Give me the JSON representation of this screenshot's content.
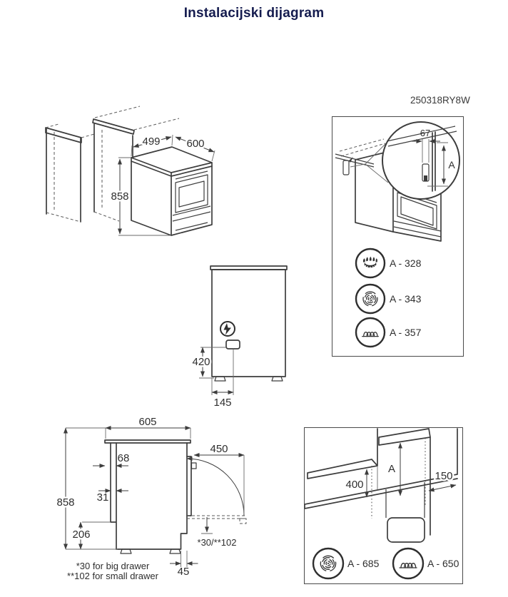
{
  "title": "Instalacijski dijagram",
  "product_code": "250318RY8W",
  "colors": {
    "title_navy": "#151c4f",
    "line_dark": "#3d3d3d"
  },
  "iso_view": {
    "top_depth": "499",
    "width": "600",
    "height": "858"
  },
  "detail_view": {
    "bracket_offset": "67",
    "height_ref": "A",
    "hob_variants": [
      {
        "icon": "gas-burner-icon",
        "label": "A - 328"
      },
      {
        "icon": "radiant-hob-icon",
        "label": "A - 343"
      },
      {
        "icon": "induction-hob-icon",
        "label": "A - 357"
      }
    ]
  },
  "rear_view": {
    "connection_height": "420",
    "connection_offset": "145"
  },
  "side_view": {
    "depth": "605",
    "rear_gap": "68",
    "rear_panel": "31",
    "height": "858",
    "rear_recess_height": "206",
    "door_open_depth": "450",
    "drawer_clearance": "*30/**102",
    "plinth_recess": "45",
    "footnotes": [
      "*30 for big drawer",
      "**102 for small drawer"
    ]
  },
  "clearance_view": {
    "side_min_height": "400",
    "hood_height_ref": "A",
    "rear_wall_depth": "150",
    "hob_variants": [
      {
        "icon": "radiant-hob-icon",
        "label": "A - 685"
      },
      {
        "icon": "induction-hob-icon",
        "label": "A - 650"
      }
    ]
  }
}
